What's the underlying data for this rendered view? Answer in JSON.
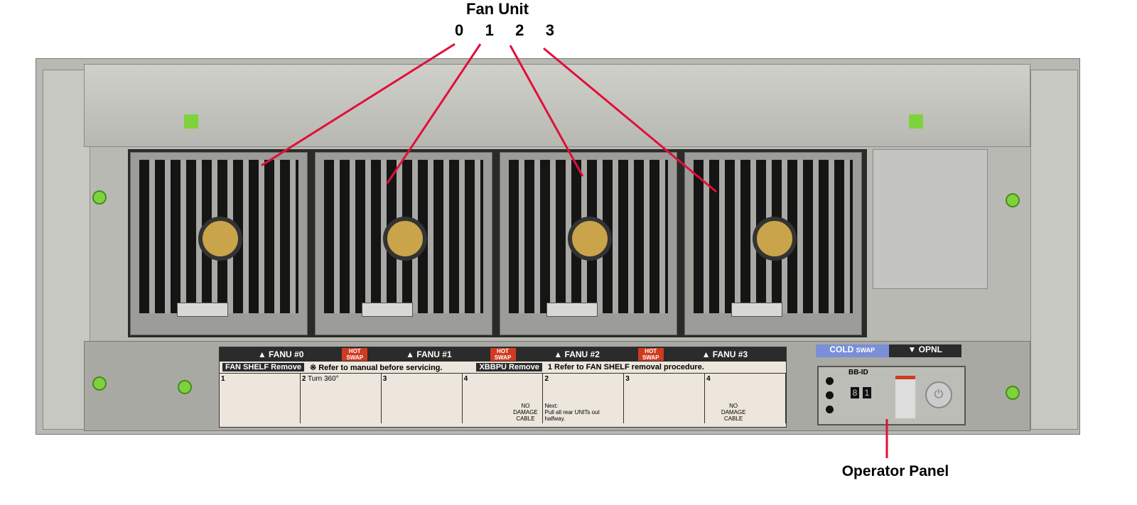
{
  "callouts": {
    "fan_unit_title": "Fan Unit",
    "fan_numbers": [
      "0",
      "1",
      "2",
      "3"
    ],
    "operator_panel": "Operator Panel"
  },
  "label": {
    "fanu": [
      "▲ FANU #0",
      "▲ FANU #1",
      "▲ FANU #2",
      "▲ FANU #3"
    ],
    "hot_swap": "HOT SWAP",
    "fan_shelf_remove": "FAN SHELF Remove",
    "refer_manual": "※ Refer to manual before servicing.",
    "xbbpu_remove": "XBBPU Remove",
    "refer_fan_shelf": "1  Refer to FAN SHELF removal procedure.",
    "steps": [
      "1",
      "2",
      "3",
      "4",
      "2",
      "3",
      "4"
    ],
    "turn": "Turn 360°",
    "no_damage": "NO DAMAGE CABLE",
    "next": "Next:",
    "pull": "Pull all rear UNITs out halfway."
  },
  "opnl": {
    "cold": "COLD",
    "swap": "SWAP",
    "opnl": "▼ OPNL",
    "bbid": "BB-ID",
    "digits": [
      "8",
      "1"
    ]
  },
  "colors": {
    "callout": "#e0103a",
    "hot": "#d03a20",
    "cold": "#7a8fd8"
  }
}
